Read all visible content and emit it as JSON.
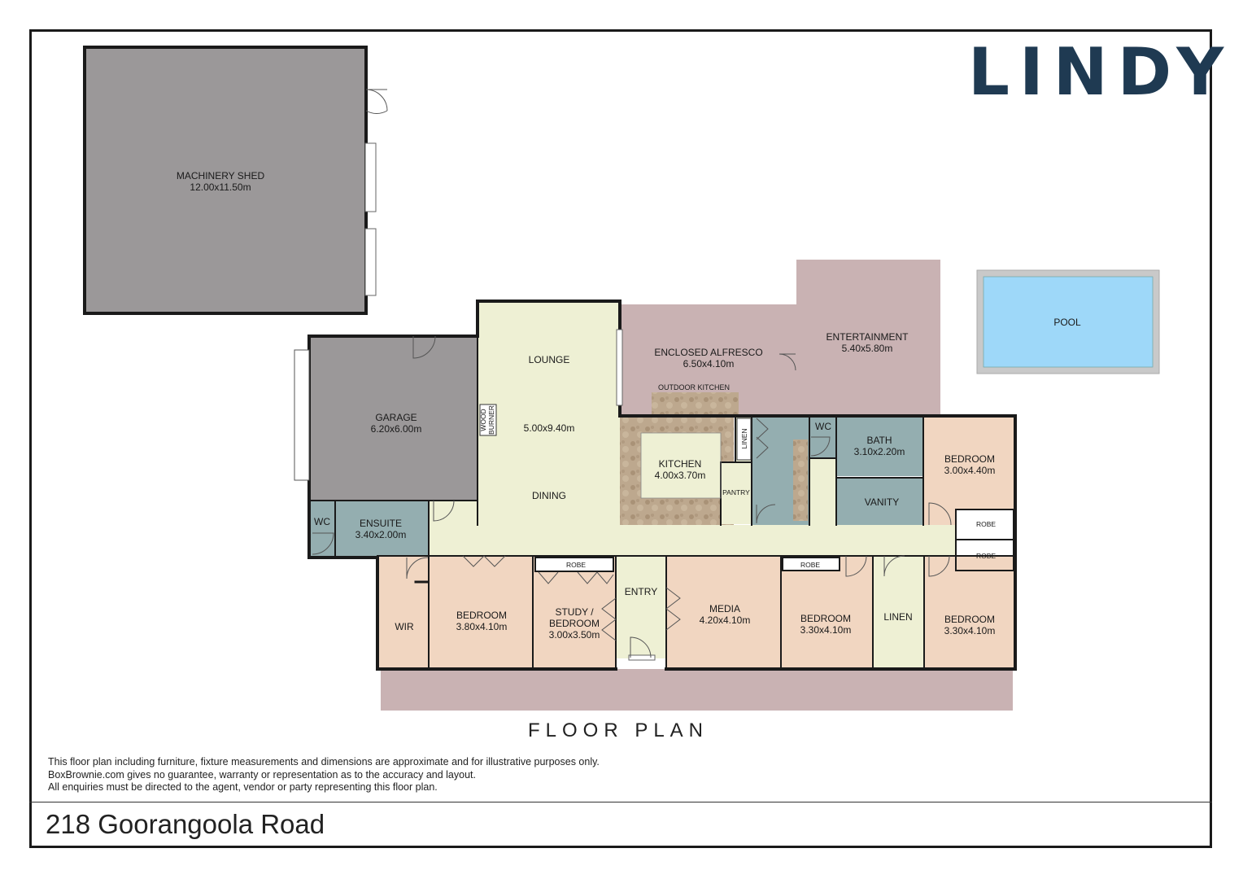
{
  "logo": "LINDY",
  "plan_title": "FLOOR PLAN",
  "address": "218 Goorangoola Road",
  "disclaimer": [
    "This floor plan including furniture, fixture measurements and dimensions are approximate and for illustrative purposes only.",
    "BoxBrownie.com gives no guarantee, warranty or representation as to the accuracy and layout.",
    "All enquiries must be directed to the agent, vendor or party representing this floor plan."
  ],
  "rooms": {
    "machinery_shed": {
      "name": "MACHINERY SHED",
      "size": "12.00x11.50m"
    },
    "garage": {
      "name": "GARAGE",
      "size": "6.20x6.00m"
    },
    "lounge": {
      "name": "LOUNGE"
    },
    "lounge_dining": {
      "size": "5.00x9.40m"
    },
    "dining": {
      "name": "DINING"
    },
    "wood_burner": {
      "line1": "WOOD",
      "line2": "BURNER"
    },
    "enclosed_alfresco": {
      "name": "ENCLOSED ALFRESCO",
      "size": "6.50x4.10m"
    },
    "outdoor_kitchen": {
      "name": "OUTDOOR KITCHEN"
    },
    "entertainment": {
      "name": "ENTERTAINMENT",
      "size": "5.40x5.80m"
    },
    "pool": {
      "name": "POOL"
    },
    "kitchen": {
      "name": "KITCHEN",
      "size": "4.00x3.70m"
    },
    "pantry": {
      "name": "PANTRY"
    },
    "linen_small": {
      "name": "LINEN"
    },
    "wc_top": {
      "name": "WC"
    },
    "bath": {
      "name": "BATH",
      "size": "3.10x2.20m"
    },
    "vanity": {
      "name": "VANITY"
    },
    "bedroom_ne": {
      "name": "BEDROOM",
      "size": "3.00x4.40m"
    },
    "robe_1": {
      "name": "ROBE"
    },
    "robe_2": {
      "name": "ROBE"
    },
    "wc_left": {
      "name": "WC"
    },
    "ensuite": {
      "name": "ENSUITE",
      "size": "3.40x2.00m"
    },
    "wir": {
      "name": "WIR"
    },
    "bedroom_master": {
      "name": "BEDROOM",
      "size": "3.80x4.10m"
    },
    "study": {
      "line1": "STUDY /",
      "line2": "BEDROOM",
      "size": "3.00x3.50m"
    },
    "robe_study": {
      "name": "ROBE"
    },
    "entry": {
      "name": "ENTRY"
    },
    "media": {
      "name": "MEDIA",
      "size": "4.20x4.10m"
    },
    "bedroom_3": {
      "name": "BEDROOM",
      "size": "3.30x4.10m"
    },
    "robe_3": {
      "name": "ROBE"
    },
    "linen_large": {
      "name": "LINEN"
    },
    "bedroom_4": {
      "name": "BEDROOM",
      "size": "3.30x4.10m"
    }
  },
  "colors": {
    "shed": "#9b9899",
    "hall": "#eef0d4",
    "bedroom": "#f1d6c1",
    "wet": "#94aeb0",
    "outdoor": "#c9b2b3",
    "pool_water": "#9ed8f9",
    "pool_edge": "#c9c9c9",
    "kitchen_stone": "#bda88e",
    "logo": "#1f3a52",
    "wall": "#1a1a1a"
  }
}
